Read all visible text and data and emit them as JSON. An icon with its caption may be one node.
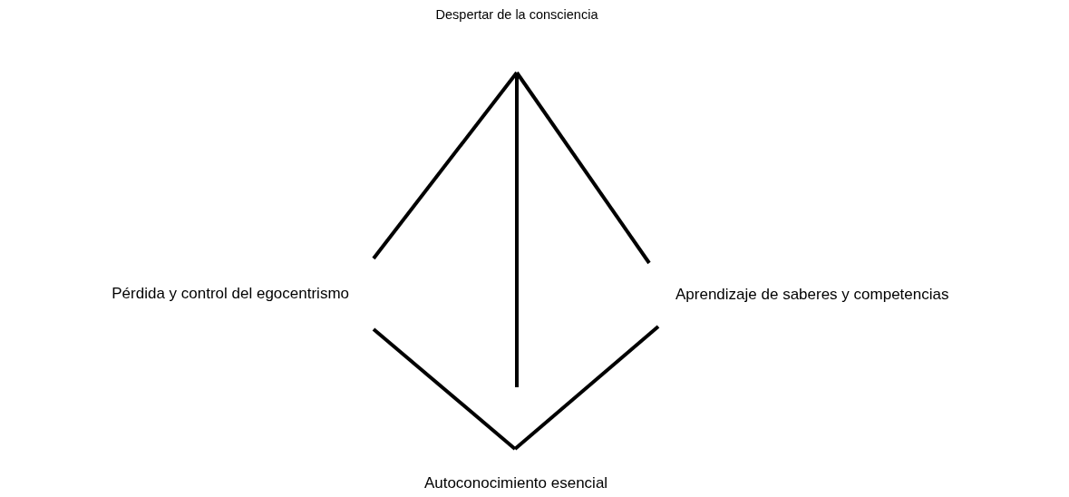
{
  "diagram": {
    "nodes": [
      {
        "text": [
          "Despertar de la consciencia"
        ]
      },
      {
        "text": [
          "Pérdida y control del egocentrismo"
        ]
      },
      {
        "text": [
          "Aprendizaje de saberes y competencias"
        ]
      },
      {
        "text": [
          "Autoconocimiento esencial"
        ]
      }
    ],
    "edges": [
      {
        "from": 0,
        "to": 1,
        "arrow": "none"
      },
      {
        "from": 0,
        "to": 2,
        "arrow": "none"
      },
      {
        "from": 0,
        "to": null,
        "arrow": "none"
      },
      {
        "from": 1,
        "to": 3,
        "arrow": "none"
      },
      {
        "from": 2,
        "to": 3,
        "arrow": "none"
      }
    ]
  }
}
